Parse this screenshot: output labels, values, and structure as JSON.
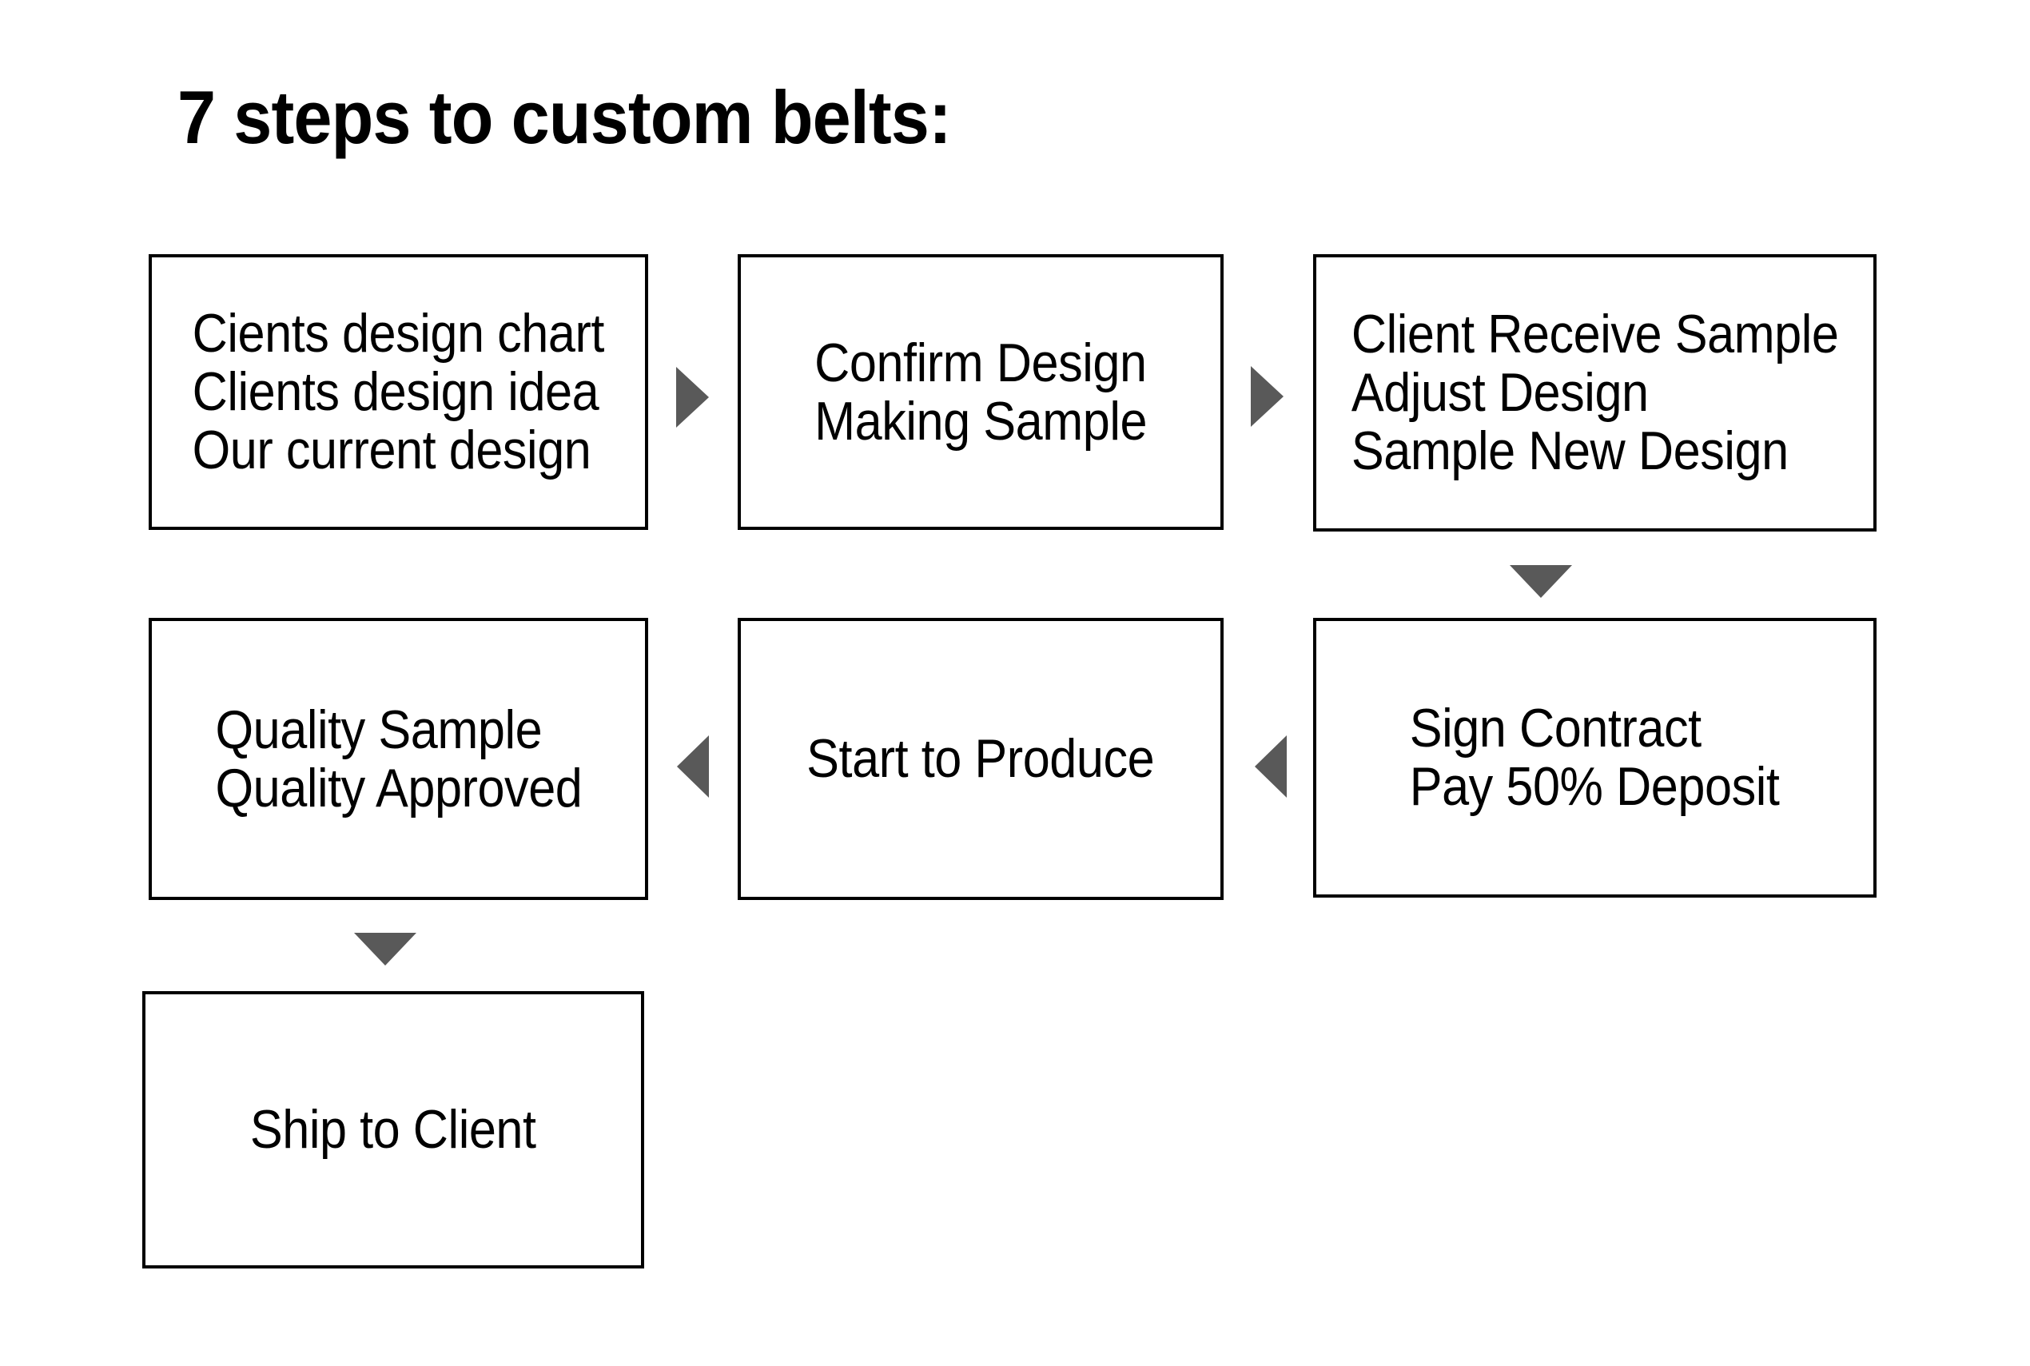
{
  "title": "7 steps to custom belts:",
  "colors": {
    "background": "#ffffff",
    "box_border": "#000000",
    "box_fill": "#ffffff",
    "text": "#000000",
    "arrow": "#595959"
  },
  "flowchart": {
    "boxes": [
      {
        "id": "step-1",
        "lines": "Cients design chart\nClients design idea\nOur current design"
      },
      {
        "id": "step-2",
        "lines": "Confirm Design\nMaking Sample"
      },
      {
        "id": "step-3",
        "lines": "Client Receive Sample\nAdjust Design\nSample New Design"
      },
      {
        "id": "step-4",
        "lines": "Sign Contract\nPay 50% Deposit"
      },
      {
        "id": "step-5",
        "lines": "Start to Produce"
      },
      {
        "id": "step-6",
        "lines": "Quality Sample\nQuality Approved"
      },
      {
        "id": "step-7",
        "lines": "Ship to Client"
      }
    ],
    "arrows": [
      {
        "from": "step-1",
        "to": "step-2",
        "direction": "right"
      },
      {
        "from": "step-2",
        "to": "step-3",
        "direction": "right"
      },
      {
        "from": "step-3",
        "to": "step-4",
        "direction": "down"
      },
      {
        "from": "step-4",
        "to": "step-5",
        "direction": "left"
      },
      {
        "from": "step-5",
        "to": "step-6",
        "direction": "left"
      },
      {
        "from": "step-6",
        "to": "step-7",
        "direction": "down"
      }
    ]
  }
}
